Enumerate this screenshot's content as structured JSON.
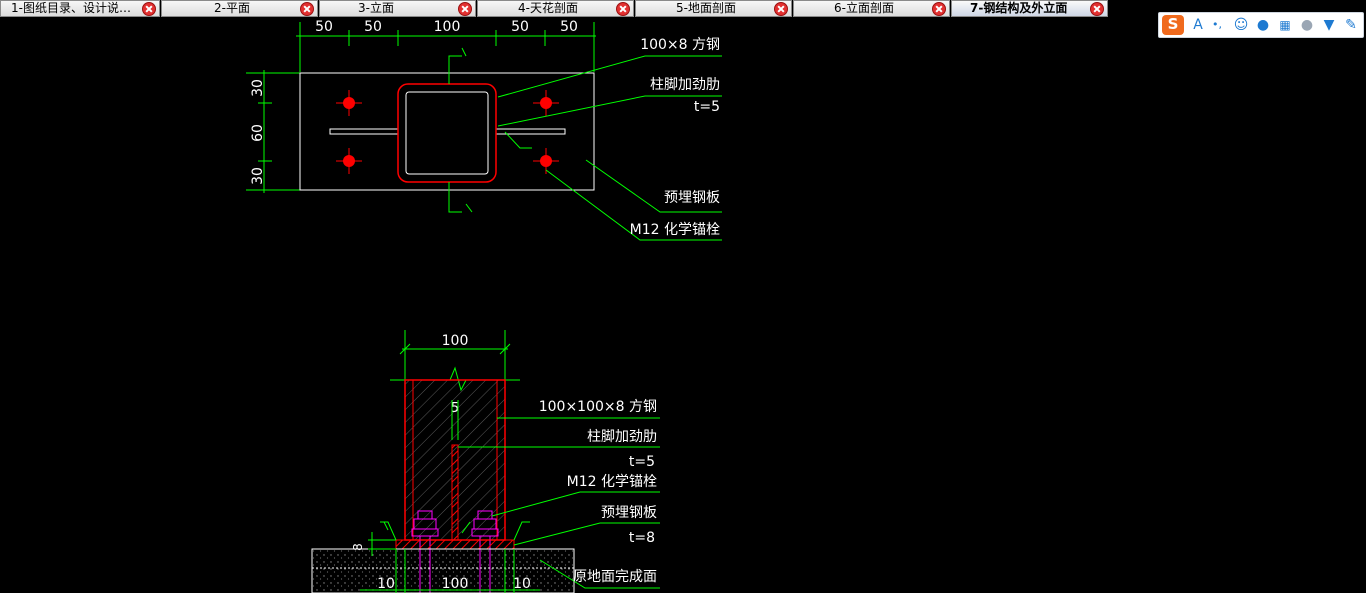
{
  "tabs": [
    {
      "label": "1-图纸目录、设计说…",
      "active": false
    },
    {
      "label": "2-平面",
      "active": false
    },
    {
      "label": "3-立面",
      "active": false
    },
    {
      "label": "4-天花剖面",
      "active": false
    },
    {
      "label": "5-地面剖面",
      "active": false
    },
    {
      "label": "6-立面剖面",
      "active": false
    },
    {
      "label": "7-钢结构及外立面",
      "active": true
    }
  ],
  "ime_toolbar": {
    "logo": "S",
    "mode": "A",
    "punct": "•,",
    "icons": [
      "smiley-icon",
      "microphone-icon",
      "keyboard-icon",
      "user-icon",
      "shirt-icon",
      "wrench-icon"
    ]
  },
  "plan_view": {
    "dims_top": [
      "50",
      "50",
      "100",
      "50",
      "50"
    ],
    "dims_left": [
      "30",
      "60",
      "30"
    ],
    "labels": {
      "tube": "100×8 方钢",
      "stiffener": "柱脚加劲肋",
      "stiffener_t": "t=5",
      "plate": "预埋钢板",
      "anchor": "M12 化学锚栓"
    }
  },
  "section_view": {
    "dim_top": "100",
    "dim_inner": "5",
    "dim_plate": "8",
    "dims_bottom": [
      "10",
      "100",
      "10"
    ],
    "labels": {
      "tube": "100×100×8 方钢",
      "stiffener": "柱脚加劲肋",
      "stiffener_t": "t=5",
      "anchor": "M12 化学锚栓",
      "plate": "预埋钢板",
      "plate_t": "t=8",
      "ground": "原地面完成面"
    }
  },
  "colors": {
    "background": "#000000",
    "leader": "#00ff00",
    "steel": "#ff0000",
    "text": "#ffffff",
    "bolt": "#ff00ff",
    "hatch": "#9a9a9a"
  }
}
